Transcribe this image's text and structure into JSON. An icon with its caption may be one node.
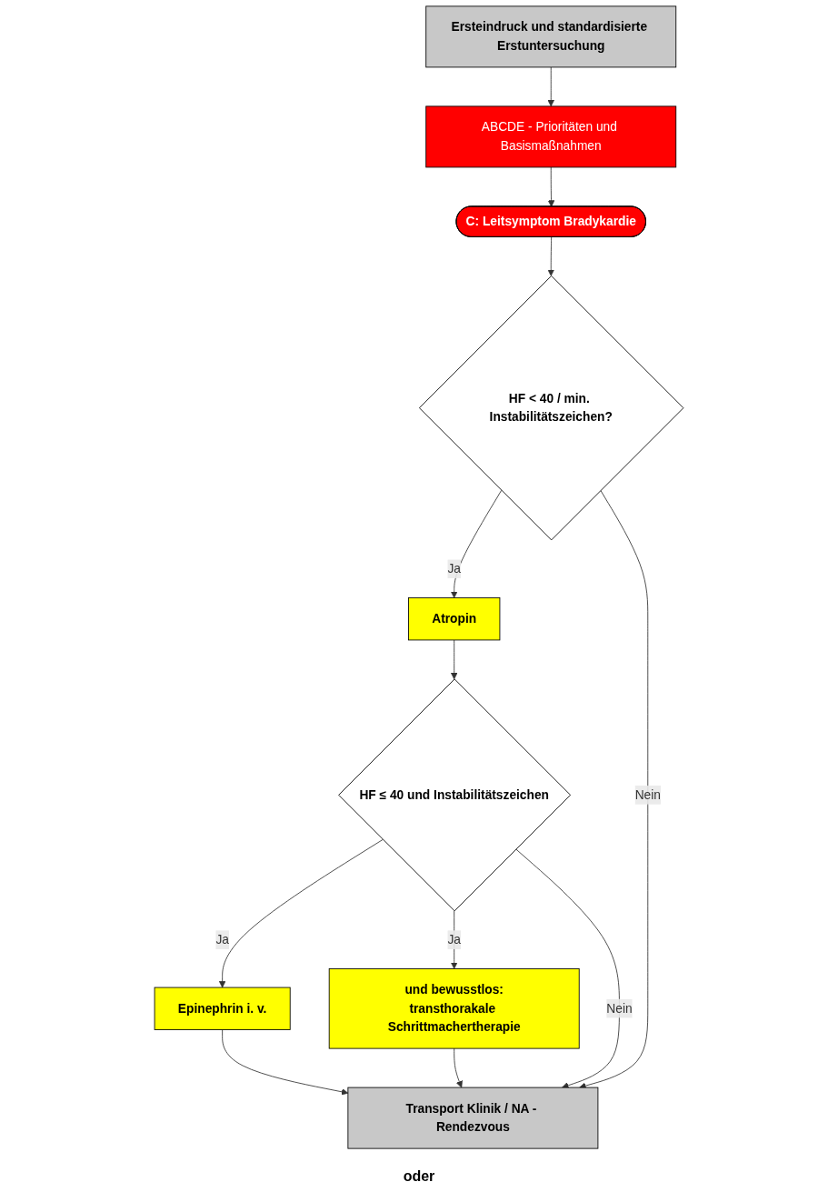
{
  "diagram": {
    "nodes": [
      {
        "text": [
          "Ersteindruck und standardisierte Erstuntersuchung"
        ]
      },
      {
        "text": [
          "ABCDE - Prioritäten und Basismaßnahmen"
        ]
      },
      {
        "text": [
          "C: Leitsymptom Bradykardie"
        ]
      },
      {
        "text": [
          "HF < 40 / min. Instabilitätszeichen?"
        ]
      },
      {
        "text": [
          "Atropin"
        ]
      },
      {
        "text": [
          "HF ≤ 40 und Instabilitätszeichen"
        ]
      },
      {
        "text": [
          "Epinephrin i. v."
        ]
      },
      {
        "text": [
          "und bewusstlos:",
          "transthorakale Schrittmachertherapie"
        ]
      },
      {
        "text": [
          "Transport Klinik / NA - Rendezvous"
        ]
      }
    ],
    "edges": [
      {
        "from": 0,
        "to": 1,
        "arrow": "to"
      },
      {
        "from": 1,
        "to": 2,
        "arrow": "to"
      },
      {
        "from": 2,
        "to": 3,
        "arrow": "to"
      },
      {
        "from": 3,
        "to": 4,
        "label": "Ja",
        "arrow": "to"
      },
      {
        "from": 4,
        "to": 5,
        "arrow": "to"
      },
      {
        "from": 5,
        "to": 6,
        "label": "Ja",
        "arrow": "to"
      },
      {
        "from": 5,
        "to": 7,
        "label": "Ja",
        "arrow": "to"
      },
      {
        "from": 6,
        "to": 8,
        "arrow": "to"
      },
      {
        "from": 7,
        "to": 8,
        "arrow": "to"
      },
      {
        "from": 3,
        "to": 8,
        "label": "Nein",
        "arrow": "to"
      },
      {
        "from": 5,
        "to": 8,
        "label": "Nein",
        "arrow": "to"
      }
    ],
    "labels": [
      "oder"
    ]
  }
}
